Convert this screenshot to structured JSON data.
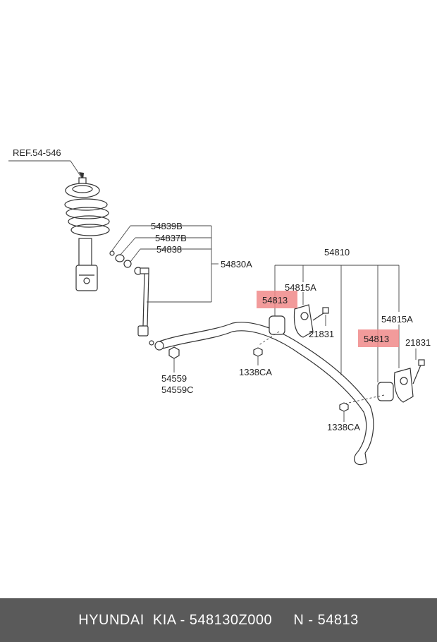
{
  "diagram": {
    "labels": {
      "ref": "REF.54-546",
      "p54839b": "54839B",
      "p54837b": "54837B",
      "p54838": "54838",
      "p54830a": "54830A",
      "p54810": "54810",
      "p54815a_1": "54815A",
      "p54813_1": "54813",
      "p21831_1": "21831",
      "p54815a_2": "54815A",
      "p54813_2": "54813",
      "p21831_2": "21831",
      "p1338ca_1": "1338CA",
      "p1338ca_2": "1338CA",
      "p54559": "54559",
      "p54559c": "54559C"
    },
    "highlight_color": "#f08a8a"
  },
  "footer": {
    "text": "HYUNDAI  KIA - 548130Z000     N - 54813"
  }
}
